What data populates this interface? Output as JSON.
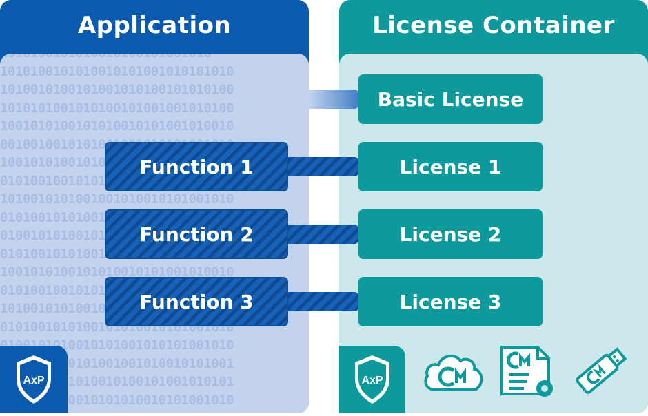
{
  "application": {
    "title": "Application",
    "binary_rows": [
      "1010100101010010100101001010",
      "1010100101010010101001010101010",
      "1010010100101001010100101010100",
      "1010101001010100101001001010100",
      "1001010100101010010101001010010",
      "0010010010101001001010101001010",
      "1001010100101001010010101010100",
      "0101001001010100101010100101010",
      "1010010101001001010010101001010",
      "0101001010100101010010101001010",
      "0100101010010101010010101001010",
      "0101001010100101010100101010100",
      "1001010100101010010101001010010",
      "0101001001010100101010100101010",
      "1010010101001001010010101001010",
      "0101001010100101010010101001010",
      "0100101010010101001010101001010",
      "0101010010101001001010010101001",
      "0010100101010010100101001010101",
      "0101001010010101010010101001010"
    ],
    "functions": [
      "Function 1",
      "Function 2",
      "Function 3"
    ],
    "badge": "AxP"
  },
  "license_container": {
    "title": "License Container",
    "basic_license": "Basic License",
    "licenses": [
      "License 1",
      "License 2",
      "License 3"
    ],
    "badge": "AxP",
    "icons": [
      "cloud-codemeter-icon",
      "license-file-icon",
      "usb-dongle-icon"
    ]
  },
  "colors": {
    "app_blue": "#0a5bb0",
    "app_body": "#c3d3ee",
    "license_teal": "#0e9a9c",
    "license_body": "#cde8ea"
  }
}
